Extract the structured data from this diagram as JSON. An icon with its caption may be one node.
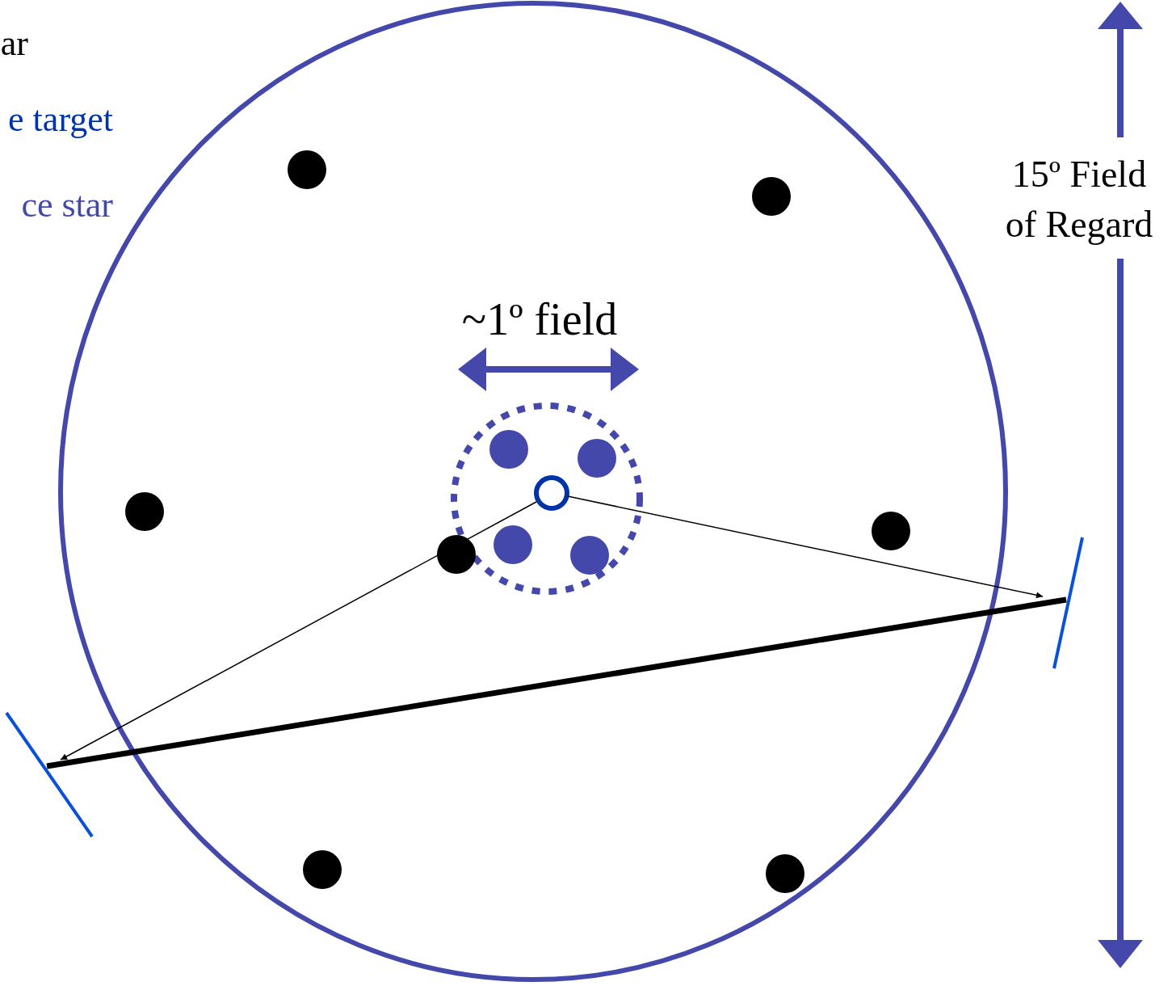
{
  "diagram": {
    "nodes": [
      {
        "text": [],
        "shape": "circle"
      },
      {
        "text": [],
        "shape": "bar"
      },
      {
        "text": [],
        "shape": "bar"
      }
    ],
    "edges": [
      {
        "from": 0,
        "to": 1,
        "arrow": "to"
      },
      {
        "from": 0,
        "to": 2,
        "arrow": "to"
      },
      {
        "from": 1,
        "to": 2,
        "arrow": "none",
        "style": "thick"
      }
    ],
    "labels": [
      "ar",
      "e target",
      "ce star",
      "~1º field",
      "15º Field of Regard"
    ]
  }
}
